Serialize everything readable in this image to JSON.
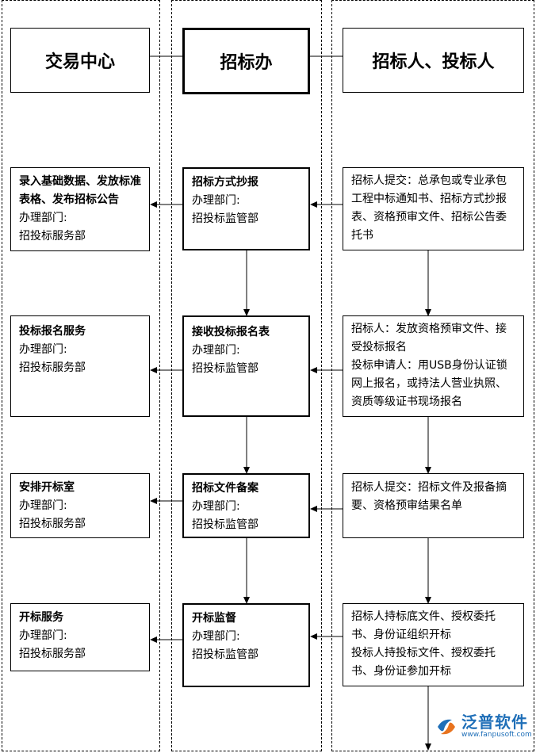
{
  "lanes": {
    "left_title": "交易中心",
    "center_title": "招标办",
    "right_title": "招标人、投标人"
  },
  "left_boxes": [
    {
      "title": "录入基础数据、发放标准表格、发布招标公告",
      "dept_label": "办理部门:",
      "dept": "招投标服务部"
    },
    {
      "title": "投标报名服务",
      "dept_label": "办理部门:",
      "dept": "招投标服务部"
    },
    {
      "title": "安排开标室",
      "dept_label": "办理部门:",
      "dept": "招投标服务部"
    },
    {
      "title": "开标服务",
      "dept_label": "办理部门:",
      "dept": "招投标服务部"
    }
  ],
  "center_boxes": [
    {
      "title": "招标方式抄报",
      "dept_label": "办理部门:",
      "dept": "招投标监管部"
    },
    {
      "title": "接收投标报名表",
      "dept_label": "办理部门:",
      "dept": "招投标监管部"
    },
    {
      "title": "招标文件备案",
      "dept_label": "办理部门:",
      "dept": "招投标监管部"
    },
    {
      "title": "开标监督",
      "dept_label": "办理部门:",
      "dept": "招投标监管部"
    }
  ],
  "right_boxes": [
    {
      "text": "招标人提交：总承包或专业承包工程中标通知书、招标方式抄报表、资格预审文件、招标公告委托书"
    },
    {
      "text1": "招标人：发放资格预审文件、接受投标报名",
      "text2": "投标申请人：用USB身份认证锁网上报名，或持法人营业执照、资质等级证书现场报名"
    },
    {
      "text": "招标人提交：招标文件及报备摘要、资格预审结果名单"
    },
    {
      "text1": "招标人持标底文件、授权委托书、身份证组织开标",
      "text2": "投标人持投标文件、授权委托书、身份证参加开标"
    }
  ],
  "logo": {
    "name": "泛普软件",
    "url": "www.fanpusoft.com",
    "color": "#1f6fb8"
  }
}
